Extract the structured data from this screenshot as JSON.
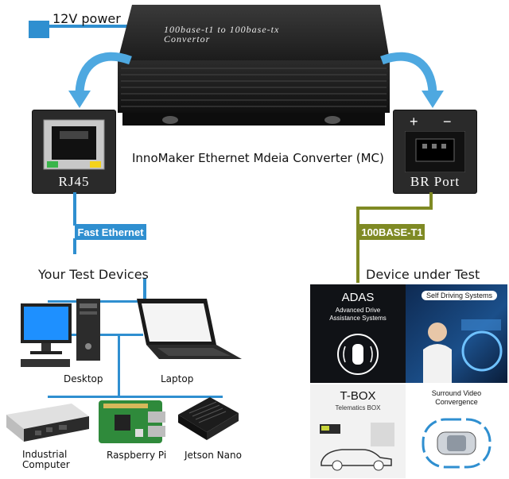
{
  "power": {
    "label": "12V power"
  },
  "converter": {
    "line1": "100base-t1 to 100base-tx",
    "line2": "Convertor",
    "caption": "InnoMaker Ethernet Mdeia Converter (MC)"
  },
  "rj45": {
    "label": "RJ45"
  },
  "br_port": {
    "label": "BR Port",
    "plus": "+",
    "minus": "−"
  },
  "links": {
    "fast_ethernet": "Fast Ethernet",
    "t1": "100BASE-T1"
  },
  "test_devices": {
    "title": "Your Test Devices",
    "items": [
      {
        "label": "Desktop"
      },
      {
        "label": "Laptop"
      },
      {
        "label": "Industrial\nComputer"
      },
      {
        "label": "Raspberry Pi"
      },
      {
        "label": "Jetson Nano"
      }
    ]
  },
  "dut": {
    "title": "Device under Test (DUT)",
    "adas_title": "ADAS",
    "adas_sub1": "Advanced Drive",
    "adas_sub2": "Assistance Systems",
    "self_driving": "Self Driving Systems",
    "tbox_title": "T-BOX",
    "tbox_sub": "Telematics BOX",
    "surround1": "Surround Video",
    "surround2": "Convergence"
  },
  "colors": {
    "blue": "#2f8fd0",
    "olive": "#7f8a24",
    "dark": "#222222"
  }
}
